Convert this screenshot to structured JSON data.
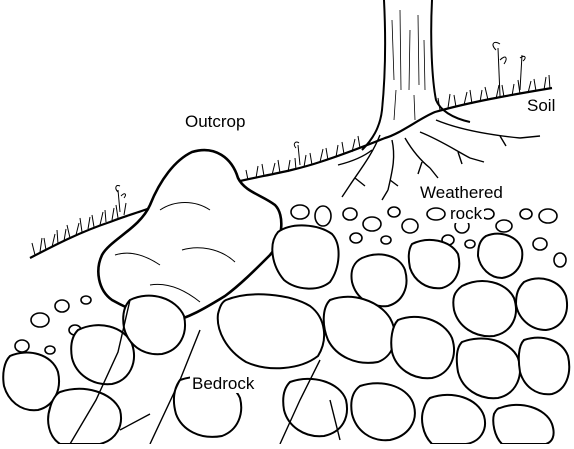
{
  "labels": {
    "outcrop": "Outcrop",
    "soil": "Soil",
    "weathered_line1": "Weathered",
    "weathered_line2": "rock",
    "bedrock": "Bedrock"
  },
  "colors": {
    "ink": "#000000",
    "paper": "#ffffff"
  }
}
